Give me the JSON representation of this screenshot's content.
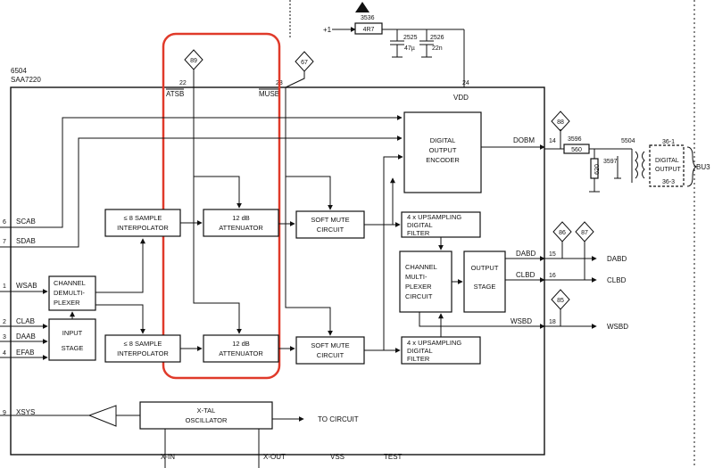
{
  "chip": {
    "label_1": "6504",
    "label_2": "SAA7220"
  },
  "top_pins": {
    "atsb": "ATSB",
    "musb": "MUSB",
    "vdd": "VDD",
    "n22": "22",
    "n23": "23",
    "n24": "24"
  },
  "markers": {
    "m89a": "89",
    "m67": "67",
    "m88": "88",
    "m86": "86",
    "m87": "87",
    "m85": "85"
  },
  "power": {
    "plus1": "+1",
    "r3536": "3536",
    "r4r7": "4R7",
    "c2525": "2525",
    "c2525_val": "47µ",
    "c2526": "2526",
    "c2526_val": "22n"
  },
  "left_pins": {
    "p6": "6",
    "scab": "SCAB",
    "p7": "7",
    "sdab": "SDAB",
    "p1": "1",
    "wsab": "WSAB",
    "p2": "2",
    "clab": "CLAB",
    "p3": "3",
    "daab": "DAAB",
    "p4": "4",
    "efab": "EFAB",
    "p9": "9",
    "xsys": "XSYS"
  },
  "blocks": {
    "interp_top_1": "≤ 8 SAMPLE",
    "interp_top_2": "INTERPOLATOR",
    "atten_top_1": "12 dB",
    "atten_top_2": "ATTENUATOR",
    "mute_top_1": "SOFT MUTE",
    "mute_top_2": "CIRCUIT",
    "ups_top_1": "4 x UPSAMPLING",
    "ups_top_2": "DIGITAL",
    "ups_top_3": "FILTER",
    "interp_bot_1": "≤ 8 SAMPLE",
    "interp_bot_2": "INTERPOLATOR",
    "atten_bot_1": "12 dB",
    "atten_bot_2": "ATTENUATOR",
    "mute_bot_1": "SOFT MUTE",
    "mute_bot_2": "CIRCUIT",
    "ups_bot_1": "4 x UPSAMPLING",
    "ups_bot_2": "DIGITAL",
    "ups_bot_3": "FILTER",
    "dig_out_1": "DIGITAL",
    "dig_out_2": "OUTPUT",
    "dig_out_3": "ENCODER",
    "demux_1": "CHANNEL",
    "demux_2": "DEMULTI-",
    "demux_3": "PLEXER",
    "input_1": "INPUT",
    "input_2": "STAGE",
    "mux_1": "CHANNEL",
    "mux_2": "MULTI-",
    "mux_3": "PLEXER",
    "mux_4": "CIRCUIT",
    "outstage_1": "OUTPUT",
    "outstage_2": "STAGE",
    "xtal_1": "X-TAL",
    "xtal_2": "OSCILLATOR"
  },
  "right_side": {
    "dobm": "DOBM",
    "p14": "14",
    "r3596": "3596",
    "r560": "560",
    "r3597": "3597",
    "r620": "620",
    "t5504": "5504",
    "dig_out_1": "DIGITAL",
    "dig_out_2": "OUTPUT",
    "p36_1": "36-1",
    "p36_3": "36-3",
    "bu3": "BU3",
    "dabd_in": "DABD",
    "p15": "15",
    "dabd_out": "DABD",
    "clbd_in": "CLBD",
    "p16": "16",
    "clbd_out": "CLBD",
    "wsbd_in": "WSBD",
    "p18": "18",
    "wsbd_out": "WSBD"
  },
  "bottom": {
    "to_circuit": "TO CIRCUIT",
    "xin": "X-IN",
    "xout": "X-OUT",
    "vss": "VSS",
    "test": "TEST"
  },
  "colors": {
    "highlight": "#e03a2a",
    "ink": "#111111"
  }
}
